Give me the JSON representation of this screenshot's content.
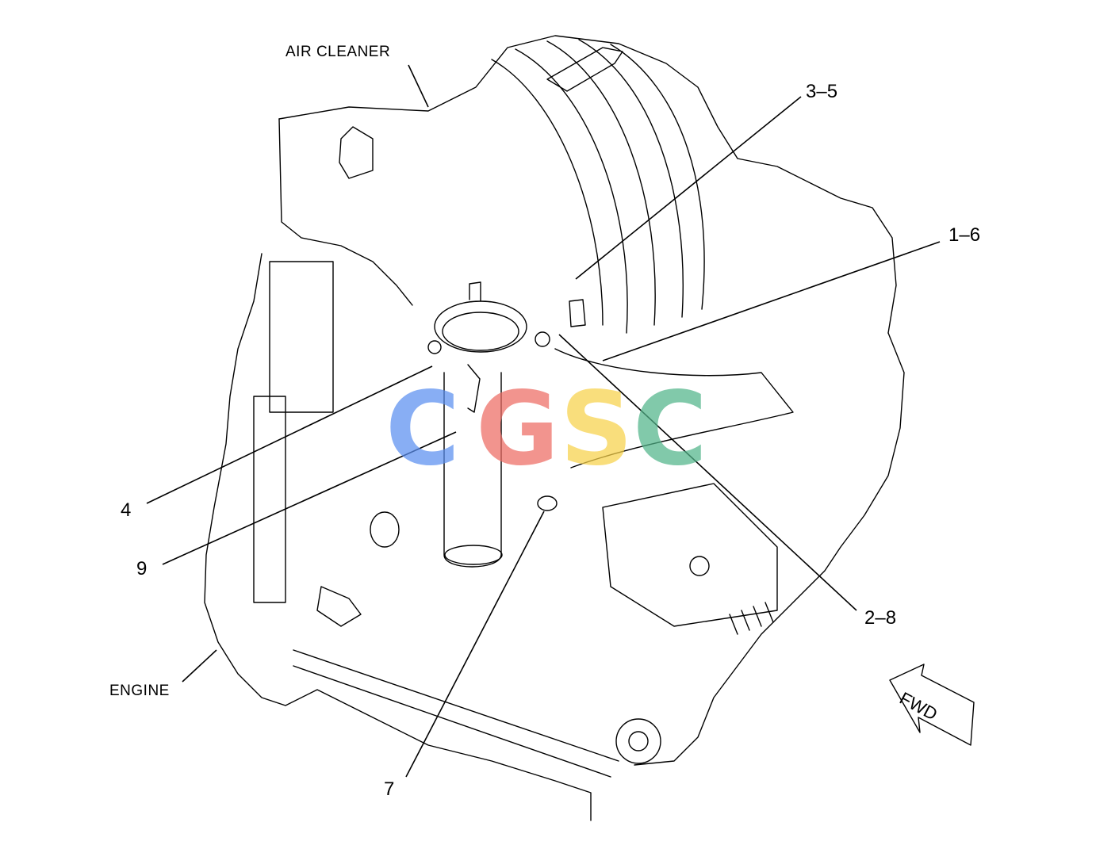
{
  "labels": {
    "air_cleaner": "AIR CLEANER",
    "engine": "ENGINE",
    "fwd": "FWD"
  },
  "callouts": {
    "c35": "3–5",
    "c16": "1–6",
    "c4": "4",
    "c9": "9",
    "c28": "2–8",
    "c7": "7"
  },
  "watermark": {
    "letters": [
      "C",
      "G",
      "S",
      "C"
    ],
    "colors": [
      "#5b8ff0",
      "#ee6b63",
      "#f8d24a",
      "#52b58a"
    ]
  }
}
